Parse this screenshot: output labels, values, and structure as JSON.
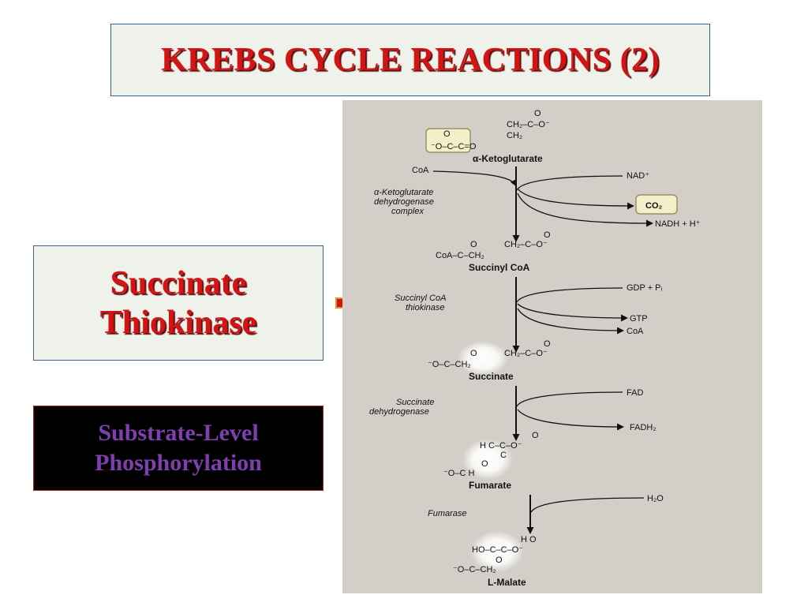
{
  "title": "KREBS CYCLE REACTIONS (2)",
  "enzyme_box": {
    "line1": "Succinate",
    "line2": "Thiokinase"
  },
  "slp_box": {
    "line1": "Substrate-Level",
    "line2": "Phosphorylation"
  },
  "colors": {
    "title_red": "#d41414",
    "box_fill": "#eef2ea",
    "box_border": "#3a5f8a",
    "slp_text": "#7f3fb0",
    "slp_bg": "#000000",
    "arrow_fill": "#d41414",
    "arrow_outline": "#e09020",
    "panel_bg": "#d3cfc8",
    "highlight_box": "#f3efc8"
  },
  "pathway": {
    "step1": {
      "chem": {
        "a": "O",
        "b": "CH₂–C–O⁻",
        "c": "O",
        "d": "CH₂",
        "e": "⁻O–C–C=O"
      },
      "name": "α-Ketoglutarate",
      "enzyme": [
        "α-Ketoglutarate",
        "dehydrogenase",
        "complex"
      ],
      "in_left": "CoA",
      "in_right": "NAD⁺",
      "out_box": "CO₂",
      "out_right": "NADH + H⁺"
    },
    "step2": {
      "chem": {
        "a": "O",
        "b": "CH₂–C–O⁻",
        "c": "O",
        "d": "CoA–C–CH₂"
      },
      "name": "Succinyl CoA",
      "enzyme": [
        "Succinyl CoA",
        "thiokinase"
      ],
      "in_right": "GDP + Pᵢ",
      "out1": "GTP",
      "out2": "CoA"
    },
    "step3": {
      "chem": {
        "a": "O",
        "b": "CH₂–C–O⁻",
        "c": "O",
        "d": "⁻O–C–CH₂"
      },
      "name": "Succinate",
      "enzyme": [
        "Succinate",
        "dehydrogenase"
      ],
      "in_right": "FAD",
      "out_right": "FADH₂"
    },
    "step4": {
      "chem": {
        "a": "O",
        "b": "H  C–C–O⁻",
        "c": "C",
        "d": "O",
        "e": "⁻O–C   H"
      },
      "name": "Fumarate",
      "enzyme": [
        "Fumarase"
      ],
      "in_right": "H₂O"
    },
    "step5": {
      "chem": {
        "a": "H  O",
        "b": "HO–C–C–O⁻",
        "c": "O",
        "d": "⁻O–C–CH₂"
      },
      "name": "L-Malate"
    }
  }
}
